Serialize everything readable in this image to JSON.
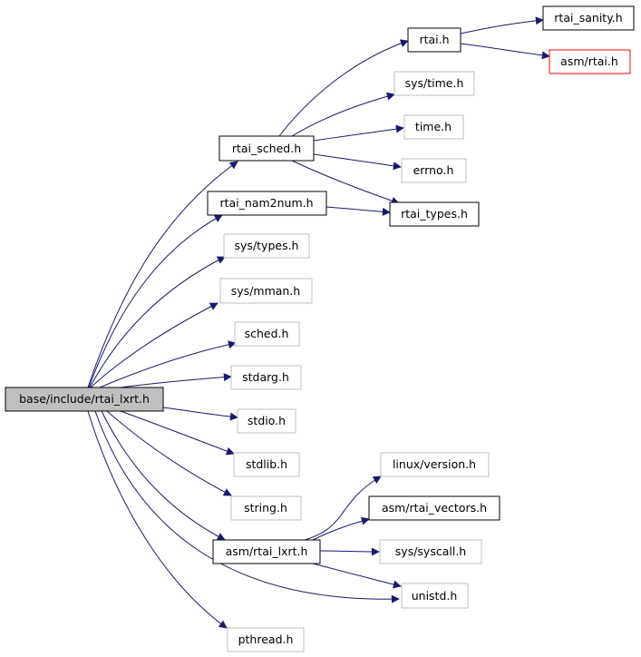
{
  "nodes": {
    "root": "base/include/rtai_lxrt.h",
    "rtai_sched": "rtai_sched.h",
    "rtai_nam2num": "rtai_nam2num.h",
    "sys_types": "sys/types.h",
    "sys_mman": "sys/mman.h",
    "sched": "sched.h",
    "stdarg": "stdarg.h",
    "stdio": "stdio.h",
    "stdlib": "stdlib.h",
    "string": "string.h",
    "asm_rtai_lxrt": "asm/rtai_lxrt.h",
    "pthread": "pthread.h",
    "rtai": "rtai.h",
    "rtai_sanity": "rtai_sanity.h",
    "asm_rtai": "asm/rtai.h",
    "sys_time": "sys/time.h",
    "time": "time.h",
    "errno": "errno.h",
    "rtai_types": "rtai_types.h",
    "linux_version": "linux/version.h",
    "asm_rtai_vectors": "asm/rtai_vectors.h",
    "sys_syscall": "sys/syscall.h",
    "unistd": "unistd.h"
  },
  "colors": {
    "edge": "#191970",
    "root_fill": "#bfbfbf",
    "documented_border": "#000000",
    "undocumented_border": "#bfbfbf",
    "missing_border": "#ff0000"
  }
}
